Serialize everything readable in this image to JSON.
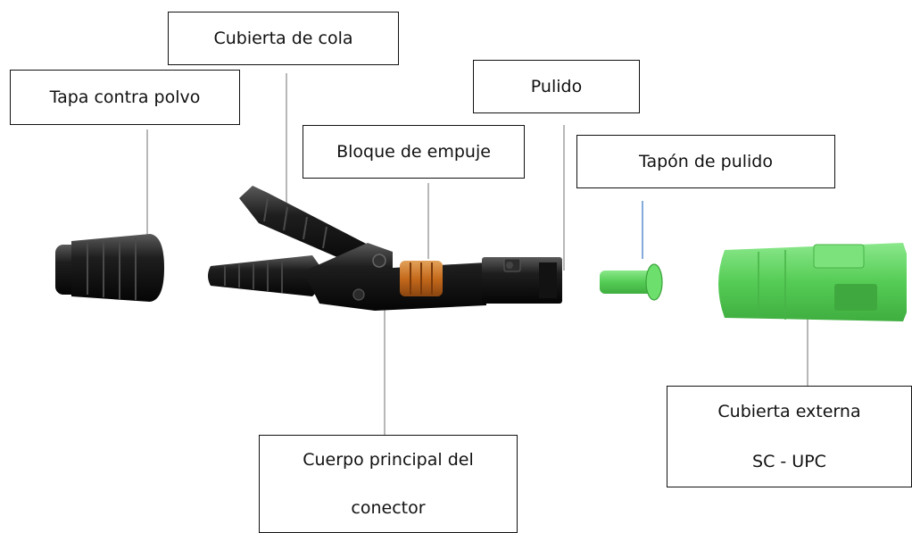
{
  "labels": {
    "tapa_contra_polvo": "Tapa contra polvo",
    "cubierta_de_cola": "Cubierta de cola",
    "bloque_de_empuje": "Bloque de empuje",
    "pulido": "Pulido",
    "tapon_de_pulido": "Tapón de pulido",
    "cuerpo_principal_line1": "Cuerpo principal del",
    "cuerpo_principal_line2": "conector",
    "cubierta_externa_line1": "Cubierta externa",
    "cubierta_externa_line2": "SC - UPC"
  },
  "colors": {
    "connector_black": "#1a1a1a",
    "push_block_orange": "#c9701e",
    "sc_green": "#5fd35f",
    "leader_line": "#9a9a9a"
  }
}
